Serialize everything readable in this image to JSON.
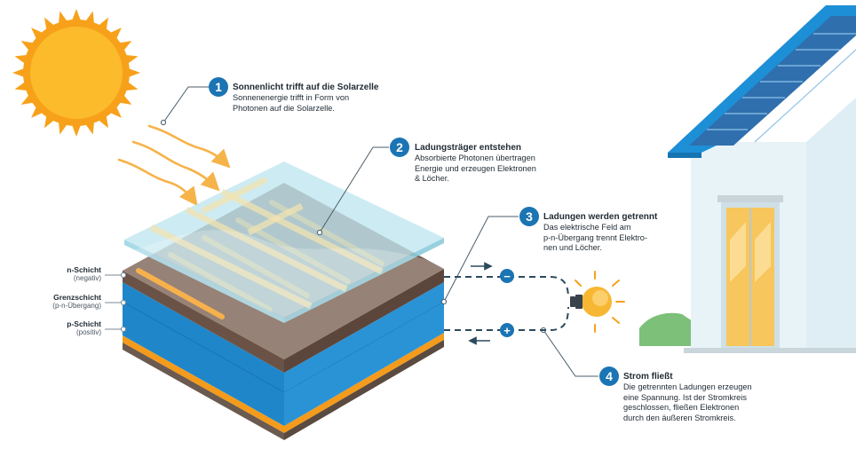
{
  "steps": [
    {
      "number": "1",
      "title": "Sonnenlicht trifft auf die Solarzelle",
      "desc": [
        "Sonnenenergie trifft in Form von",
        "Photonen auf die Solarzelle."
      ]
    },
    {
      "number": "2",
      "title": "Ladungsträger entstehen",
      "desc": [
        "Absorbierte Photonen übertragen",
        "Energie und erzeugen Elektronen",
        "& Löcher."
      ]
    },
    {
      "number": "3",
      "title": "Ladungen werden getrennt",
      "desc": [
        "Das elektrische Feld am",
        "p-n-Übergang trennt Elektro-",
        "nen und Löcher."
      ]
    },
    {
      "number": "4",
      "title": "Strom fließt",
      "desc": [
        "Die getrennten Ladungen erzeugen",
        "eine Spannung. Ist der Stromkreis",
        "geschlossen, fließen Elektronen",
        "durch den äußeren Stromkreis."
      ]
    }
  ],
  "layers": [
    {
      "name": "n-Schicht",
      "sub": "(negativ)"
    },
    {
      "name": "Grenzschicht",
      "sub": "(p-n-Übergang)"
    },
    {
      "name": "p-Schicht",
      "sub": "(positiv)"
    }
  ],
  "terminals": {
    "negative": "−",
    "positive": "+"
  },
  "icons": [
    "sun-icon",
    "light-bulb-icon",
    "house-icon",
    "solar-panel-icon"
  ],
  "colors": {
    "accent_blue": "#1b74b3",
    "sun_orange": "#f7a11a",
    "cell_blue": "#2a93d5",
    "n_layer_brown": "#7a5f51",
    "contact_orange": "#f49b1c",
    "glass": "#bfe6ef",
    "roof_blue": "#1d8fd6"
  }
}
